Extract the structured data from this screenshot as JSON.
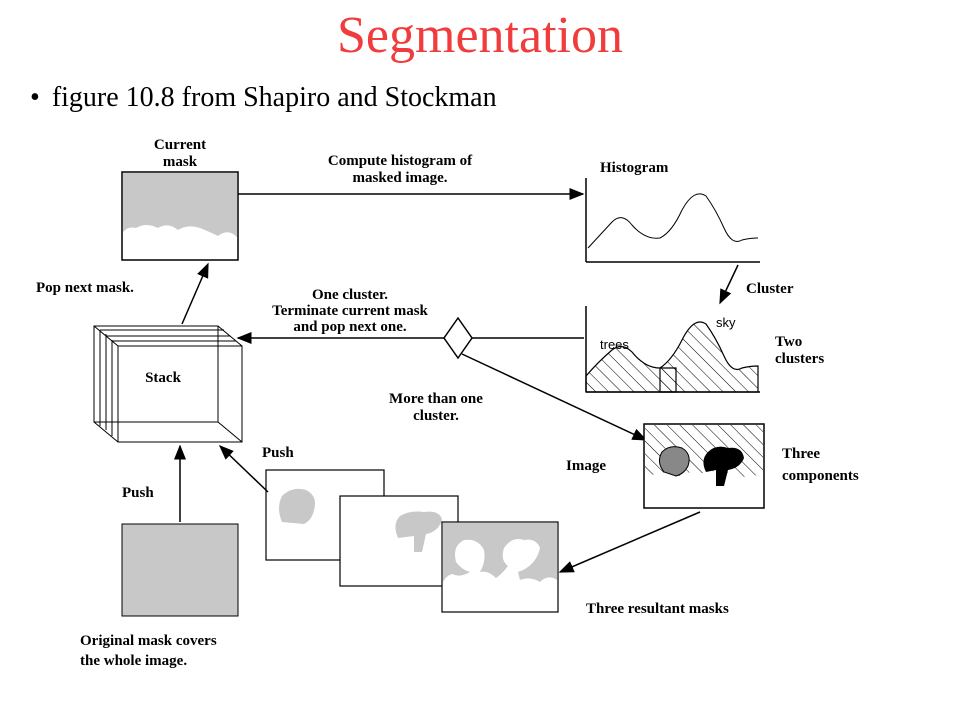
{
  "slide": {
    "title": "Segmentation",
    "bullet": "figure 10.8 from Shapiro and Stockman"
  },
  "diagram": {
    "current_mask_l1": "Current",
    "current_mask_l2": "mask",
    "compute_l1": "Compute histogram of",
    "compute_l2": "masked image.",
    "histogram": "Histogram",
    "cluster": "Cluster",
    "sky": "sky",
    "trees": "trees",
    "two_clusters_l1": "Two",
    "two_clusters_l2": "clusters",
    "one_cluster_l1": "One cluster.",
    "one_cluster_l2": "Terminate current mask",
    "one_cluster_l3": "and pop next one.",
    "pop_next_mask": "Pop next mask.",
    "stack": "Stack",
    "more_than_one_l1": "More than one",
    "more_than_one_l2": "cluster.",
    "image": "Image",
    "three_components_l1": "Three",
    "three_components_l2": "components",
    "push_upper": "Push",
    "push_lower": "Push",
    "three_resultant_masks": "Three resultant masks",
    "original_mask_l1": "Original mask covers",
    "original_mask_l2": "the whole image."
  }
}
